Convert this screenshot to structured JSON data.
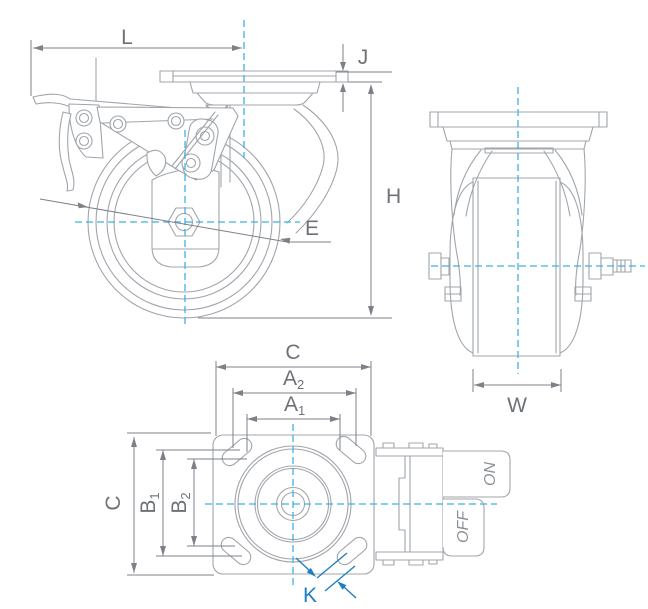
{
  "drawing": {
    "side_view": {
      "dim_l": "L",
      "dim_j": "J",
      "dim_h": "H",
      "dim_e": "E"
    },
    "front_view": {
      "dim_w": "W"
    },
    "plan_view": {
      "dim_c_top": "C",
      "dim_a2": {
        "letter": "A",
        "sub": "2"
      },
      "dim_a1": {
        "letter": "A",
        "sub": "1"
      },
      "dim_c_left": "C",
      "dim_b1": {
        "letter": "B",
        "sub": "1"
      },
      "dim_b2": {
        "letter": "B",
        "sub": "2"
      },
      "dim_k": "K",
      "brake_label_on": "ON",
      "brake_label_off": "OFF"
    },
    "colors": {
      "drawing_line": "#a0a5ab",
      "dimension_line": "#7d8187",
      "label_text": "#6e7276",
      "centerline_blue": "#3fb0e4",
      "accent_blue": "#1f7fc2"
    }
  }
}
